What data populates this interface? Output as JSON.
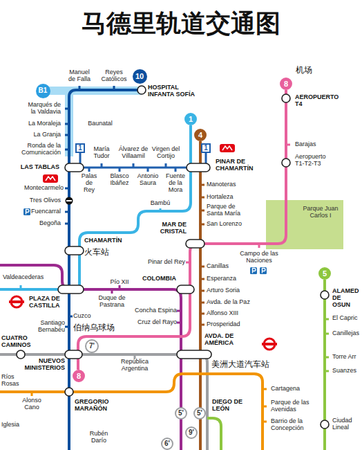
{
  "diagram": {
    "title": "马德里轨道交通图",
    "nodes": [
      {
        "text": [
          "10"
        ]
      },
      {
        "text": [
          "8"
        ]
      },
      {
        "text": [
          "B1"
        ]
      },
      {
        "text": [
          "1"
        ]
      },
      {
        "text": [
          "4"
        ]
      },
      {
        "text": [
          "1"
        ]
      },
      {
        "text": [
          "1"
        ]
      },
      {
        "text": [
          "Parque Juan Carlos I"
        ]
      },
      {
        "text": [
          "5"
        ]
      },
      {
        "text": [
          "7'"
        ]
      },
      {
        "text": [
          "8"
        ]
      },
      {
        "text": [
          "5'"
        ]
      },
      {
        "text": [
          "5'"
        ]
      },
      {
        "text": [
          "9'"
        ]
      },
      {
        "text": [
          "6'"
        ]
      }
    ],
    "labels": [
      "Manuel de Falla",
      "Reyes Católicos",
      "HOSPITAL INFANTA SOFÍA",
      "机场",
      "AEROPUERTO T4",
      "Marqués de la Valdavia",
      "La Moraleja",
      "La Granja",
      "Baunatal",
      "Ronda de la Comunicación",
      "María Tudor",
      "Álvarez de Villaamil",
      "Virgen del Cortijo",
      "Barajas",
      "Aeropuerto T1-T2-T3",
      "LAS TABLAS",
      "PINAR DE CHAMARTÍN",
      "Palas de Rey",
      "Blasco Ibáñez",
      "Antonio Saura",
      "Fuente de la Mora",
      "Montecarmelo",
      "Manoteras",
      "Hortaleza",
      "Tres Olivos",
      "Bambú",
      "Parque de Santa María",
      "Fuencarral",
      "Begoña",
      "San Lorenzo",
      "MAR DE CRISTAL",
      "CHAMARTÍN",
      "火车站",
      "Pinar del Rey",
      "Canillas",
      "Campo de las Naciones",
      "Esperanza",
      "Valdeacederas",
      "Pío XII",
      "COLOMBIA",
      "Arturo Soria",
      "PLAZA DE CASTILLA",
      "Duque de Pastrana",
      "Avda. de la Paz",
      "Concha Espina",
      "Alfonso XIII",
      "Cuzco",
      "Cruz del Rayo",
      "Prosperidad",
      "Santiago Bernabéu",
      "伯纳乌球场",
      "CUATRO CAMINOS",
      "AVDA. DE AMÉRICA",
      "美洲大道汽车站",
      "NUEVOS MINISTERIOS",
      "República Argentina",
      "Ríos Rosas",
      "Cartagena",
      "Alonso Cano",
      "GREGORIO MARAÑÓN",
      "DIEGO DE LEÓN",
      "Parque de las Avenidas",
      "Barrio de la Concepción",
      "Iglesia",
      "Rubén Darío",
      "ALAMED DE OSUN",
      "El Capric",
      "Canillejas",
      "Torre Arr",
      "Suanzes",
      "Ciudad Lineal"
    ]
  }
}
